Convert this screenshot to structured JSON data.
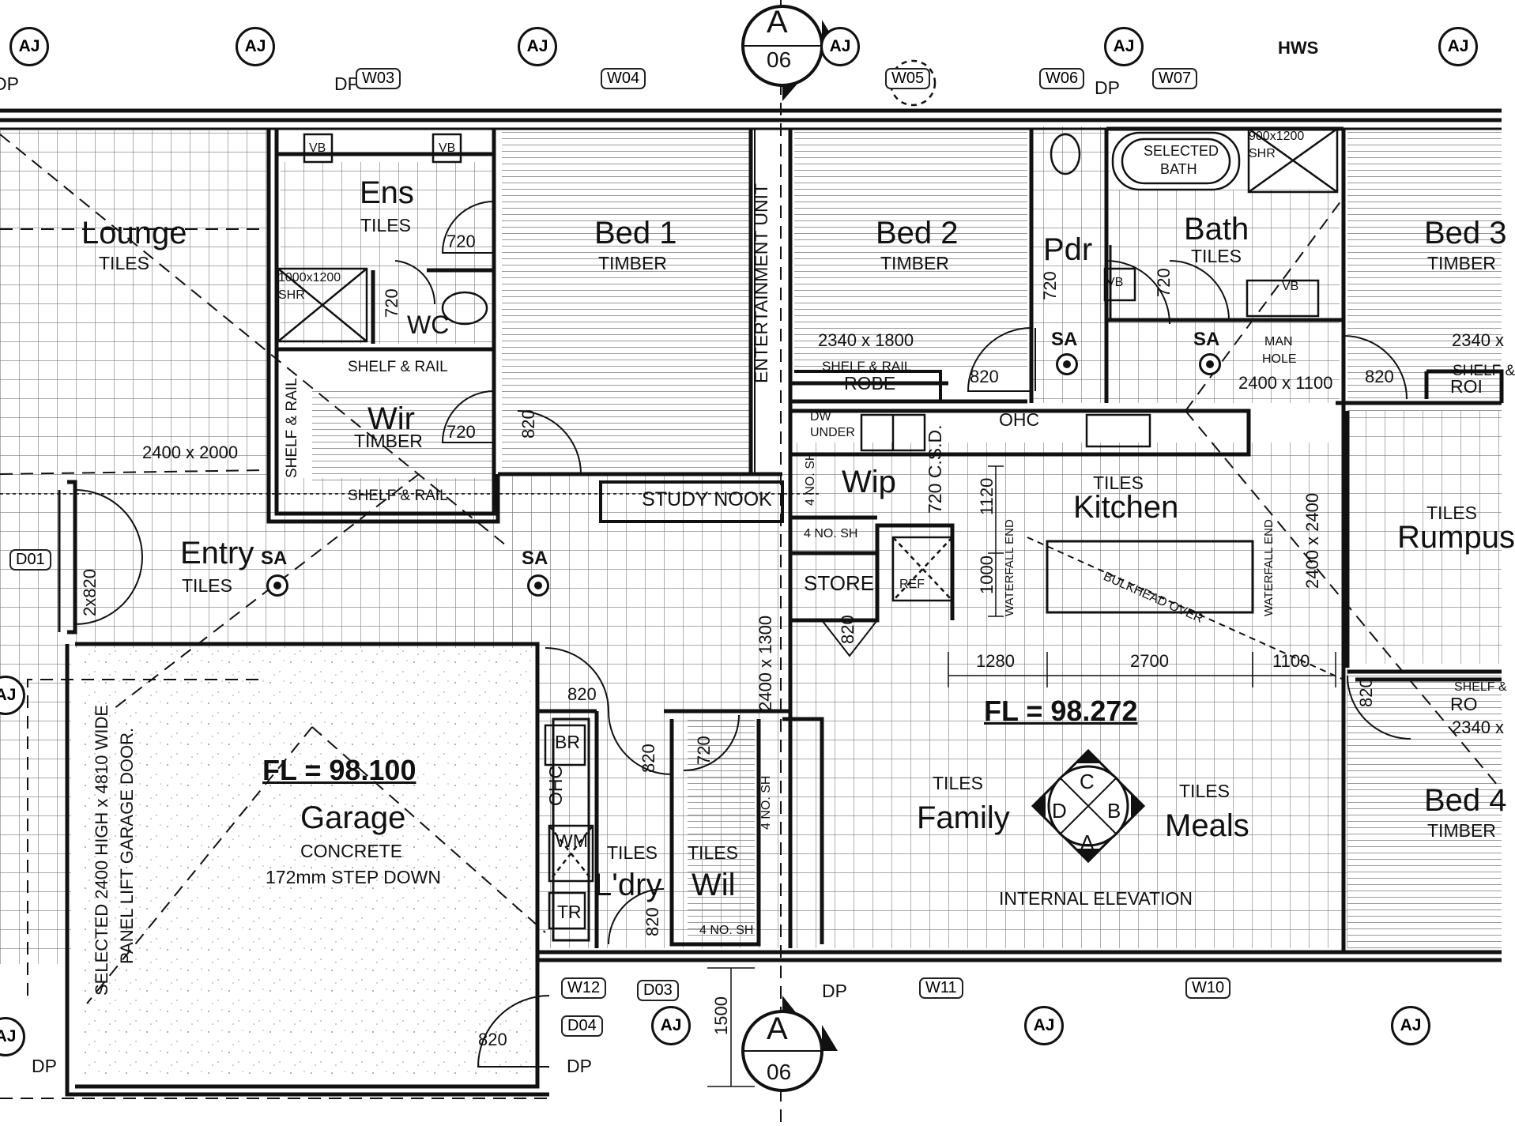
{
  "rooms": {
    "lounge": {
      "name": "Lounge",
      "finish": "TILES"
    },
    "ens": {
      "name": "Ens",
      "finish": "TILES"
    },
    "bed1": {
      "name": "Bed 1",
      "finish": "TIMBER"
    },
    "bed2": {
      "name": "Bed 2",
      "finish": "TIMBER"
    },
    "pdr": {
      "name": "Pdr"
    },
    "bath": {
      "name": "Bath",
      "finish": "TILES"
    },
    "bed3": {
      "name": "Bed 3",
      "finish": "TIMBER"
    },
    "wir": {
      "name": "Wir",
      "finish": "TIMBER"
    },
    "wc": {
      "name": "WC"
    },
    "entry": {
      "name": "Entry",
      "finish": "TILES"
    },
    "wip": {
      "name": "Wip"
    },
    "kitchen": {
      "name": "Kitchen",
      "finish": "TILES"
    },
    "rumpus": {
      "name": "Rumpus",
      "finish": "TILES"
    },
    "store": {
      "name": "STORE"
    },
    "garage": {
      "name": "Garage",
      "finish": "CONCRETE",
      "note": "172mm STEP DOWN",
      "level": "FL = 98.100"
    },
    "laundry": {
      "name": "L'dry",
      "finish": "TILES"
    },
    "wil": {
      "name": "Wil",
      "finish": "TILES"
    },
    "family": {
      "name": "Family",
      "finish": "TILES"
    },
    "meals": {
      "name": "Meals",
      "finish": "TILES"
    },
    "bed4": {
      "name": "Bed 4",
      "finish": "TIMBER"
    },
    "study": {
      "name": "STUDY NOOK"
    }
  },
  "levels": {
    "main": "FL = 98.272"
  },
  "elevation": {
    "caption": "INTERNAL ELEVATION",
    "letters": [
      "C",
      "B",
      "A",
      "D"
    ]
  },
  "section": {
    "letter": "A",
    "sheet": "06"
  },
  "grid_tag": "AJ",
  "hws": "HWS",
  "dp": "DP",
  "sa": "SA",
  "windows": [
    "W03",
    "W04",
    "W05",
    "W06",
    "W07",
    "W12",
    "W11",
    "W10"
  ],
  "doors": [
    "D01",
    "D03",
    "D04"
  ],
  "labels": {
    "shelf_rail": "SHELF & RAIL",
    "shelf_rail_robe": "SHELF & RAIL",
    "robe": "ROBE",
    "robe_short": "ROI",
    "shelf_short": "SHELF &",
    "shelf_short2": "SHELF &",
    "robe_short2": "RO",
    "shr_1": "1000x1200",
    "shr_2": "900x1200",
    "shr": "SHR",
    "vb": "VB",
    "selected_bath_1": "SELECTED",
    "selected_bath_2": "BATH",
    "entertainment": "ENTERTAINMENT UNIT",
    "dw_under_1": "DW",
    "dw_under_2": "UNDER",
    "ohc": "OHC",
    "csd": "720 C.S.D.",
    "four_sh": "4 NO. SH",
    "ref": "REF",
    "waterfall_end": "WATERFALL END",
    "bulkhead": "BULKHEAD OVER",
    "man_hole_1": "MAN",
    "man_hole_2": "HOLE",
    "br": "BR",
    "wm": "WM",
    "tr": "TR",
    "garage_door_1": "SELECTED 2400 HIGH x 4810 WIDE",
    "garage_door_2": "PANEL LIFT GARAGE DOOR."
  },
  "dims": {
    "d720": "720",
    "d820": "820",
    "robe_bed2": "2340 x 1800",
    "wir_size": "2400 x 2000",
    "pdr_size": "2400 x 1100",
    "bed3_size": "2340 x",
    "bed4_size": "2340 x",
    "entry_door": "2x820",
    "d1120": "1120",
    "d1000": "1000",
    "d1280": "1280",
    "d2700": "2700",
    "d1100": "1100",
    "kitchen_vert": "2400 x 2400",
    "hall_vert": "2400 x 1300",
    "d1500": "1500"
  },
  "colors": {
    "ink": "#111111",
    "grid": "#8a8a8a",
    "paper": "#ffffff"
  }
}
